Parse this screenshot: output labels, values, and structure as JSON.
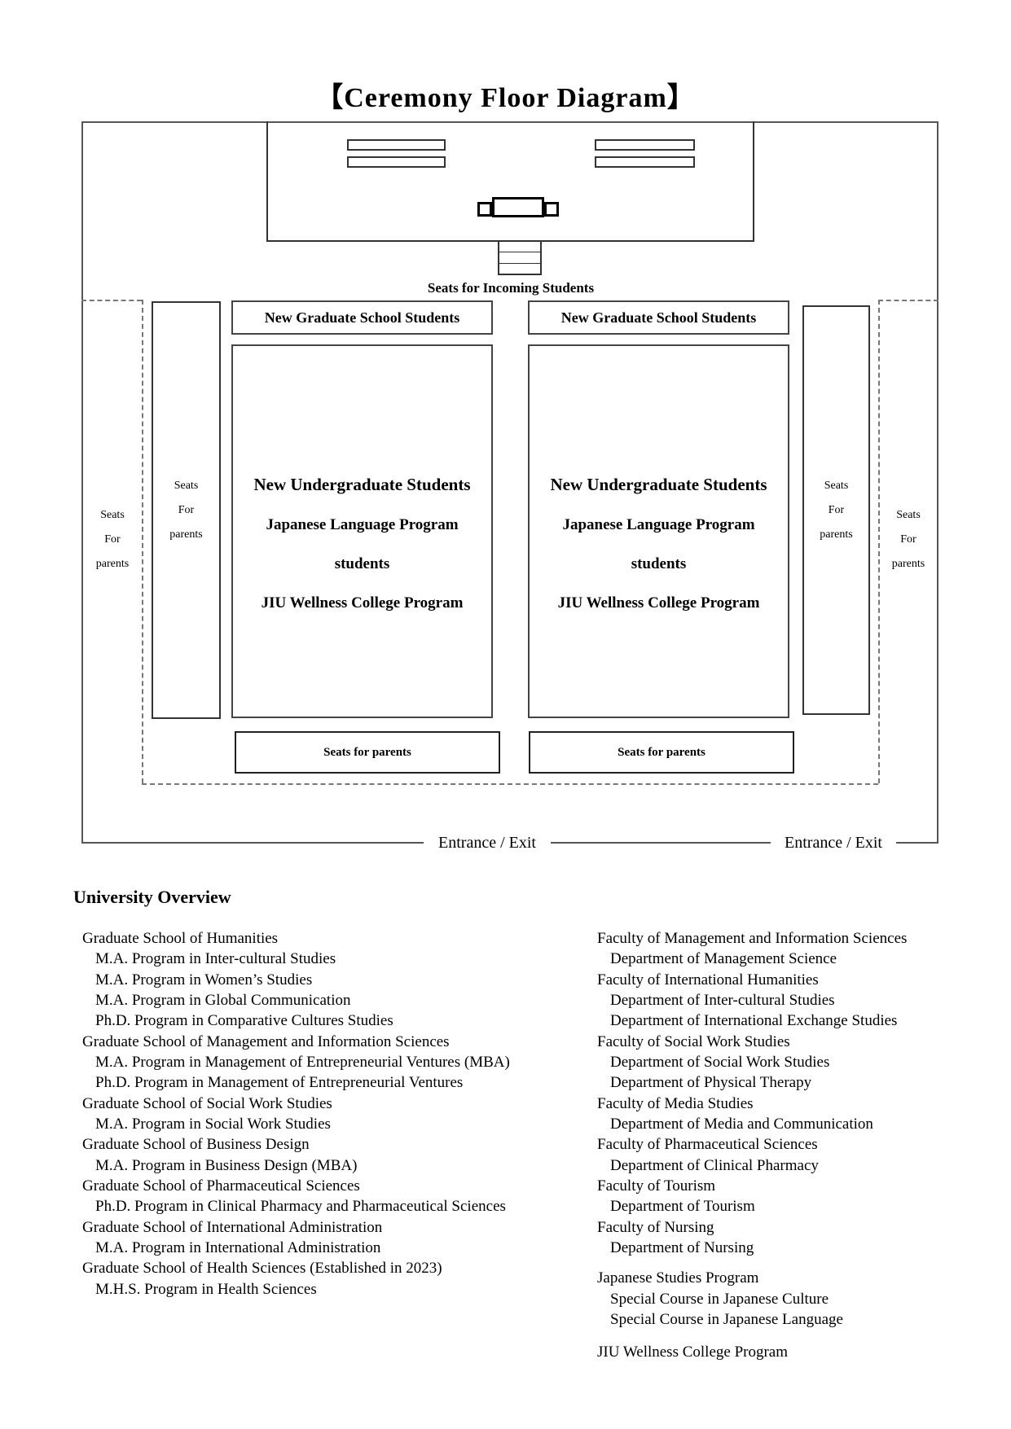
{
  "page": {
    "title": "【Ceremony Floor Diagram】"
  },
  "diagram": {
    "seats_incoming_label": "Seats for Incoming Students",
    "grad_students_label": "New Graduate School Students",
    "undergrad_lines": [
      "New Undergraduate Students",
      "Japanese Language Program",
      "students",
      "JIU Wellness College Program"
    ],
    "parents_vertical": [
      "Seats",
      "For",
      "parents"
    ],
    "parents_bottom_label": "Seats for parents",
    "entrance_label": "Entrance / Exit"
  },
  "overview": {
    "heading": "University Overview",
    "left_column": [
      "Graduate School of Humanities",
      "M.A. Program in Inter-cultural Studies",
      "M.A. Program in Women’s Studies",
      "M.A. Program in Global Communication",
      "Ph.D. Program in Comparative Cultures Studies",
      "Graduate School of Management and Information Sciences",
      "M.A. Program in Management of Entrepreneurial Ventures (MBA)",
      "Ph.D. Program in Management of Entrepreneurial Ventures",
      "Graduate School of Social Work Studies",
      "M.A. Program in Social Work Studies",
      "Graduate School of Business Design",
      "M.A. Program in Business Design (MBA)",
      "Graduate School of Pharmaceutical Sciences",
      "Ph.D. Program in Clinical Pharmacy and Pharmaceutical Sciences",
      "Graduate School of International Administration",
      "M.A. Program in International Administration",
      "Graduate School of Health Sciences (Established in 2023)",
      "M.H.S. Program in Health Sciences"
    ],
    "right_column": [
      "Faculty of Management and Information Sciences",
      "Department of Management Science",
      "Faculty of International Humanities",
      "Department of Inter-cultural Studies",
      "Department of International Exchange Studies",
      "Faculty of Social Work Studies",
      "Department of Social Work Studies",
      "Department of Physical Therapy",
      "Faculty of Media Studies",
      "Department of Media and Communication",
      "Faculty of Pharmaceutical Sciences",
      "Department of Clinical Pharmacy",
      "Faculty of Tourism",
      "Department of Tourism",
      "Faculty of Nursing",
      "Department of Nursing",
      "Japanese Studies Program",
      "Special Course in Japanese Culture",
      "Special Course in Japanese Language",
      "JIU Wellness College Program"
    ]
  }
}
